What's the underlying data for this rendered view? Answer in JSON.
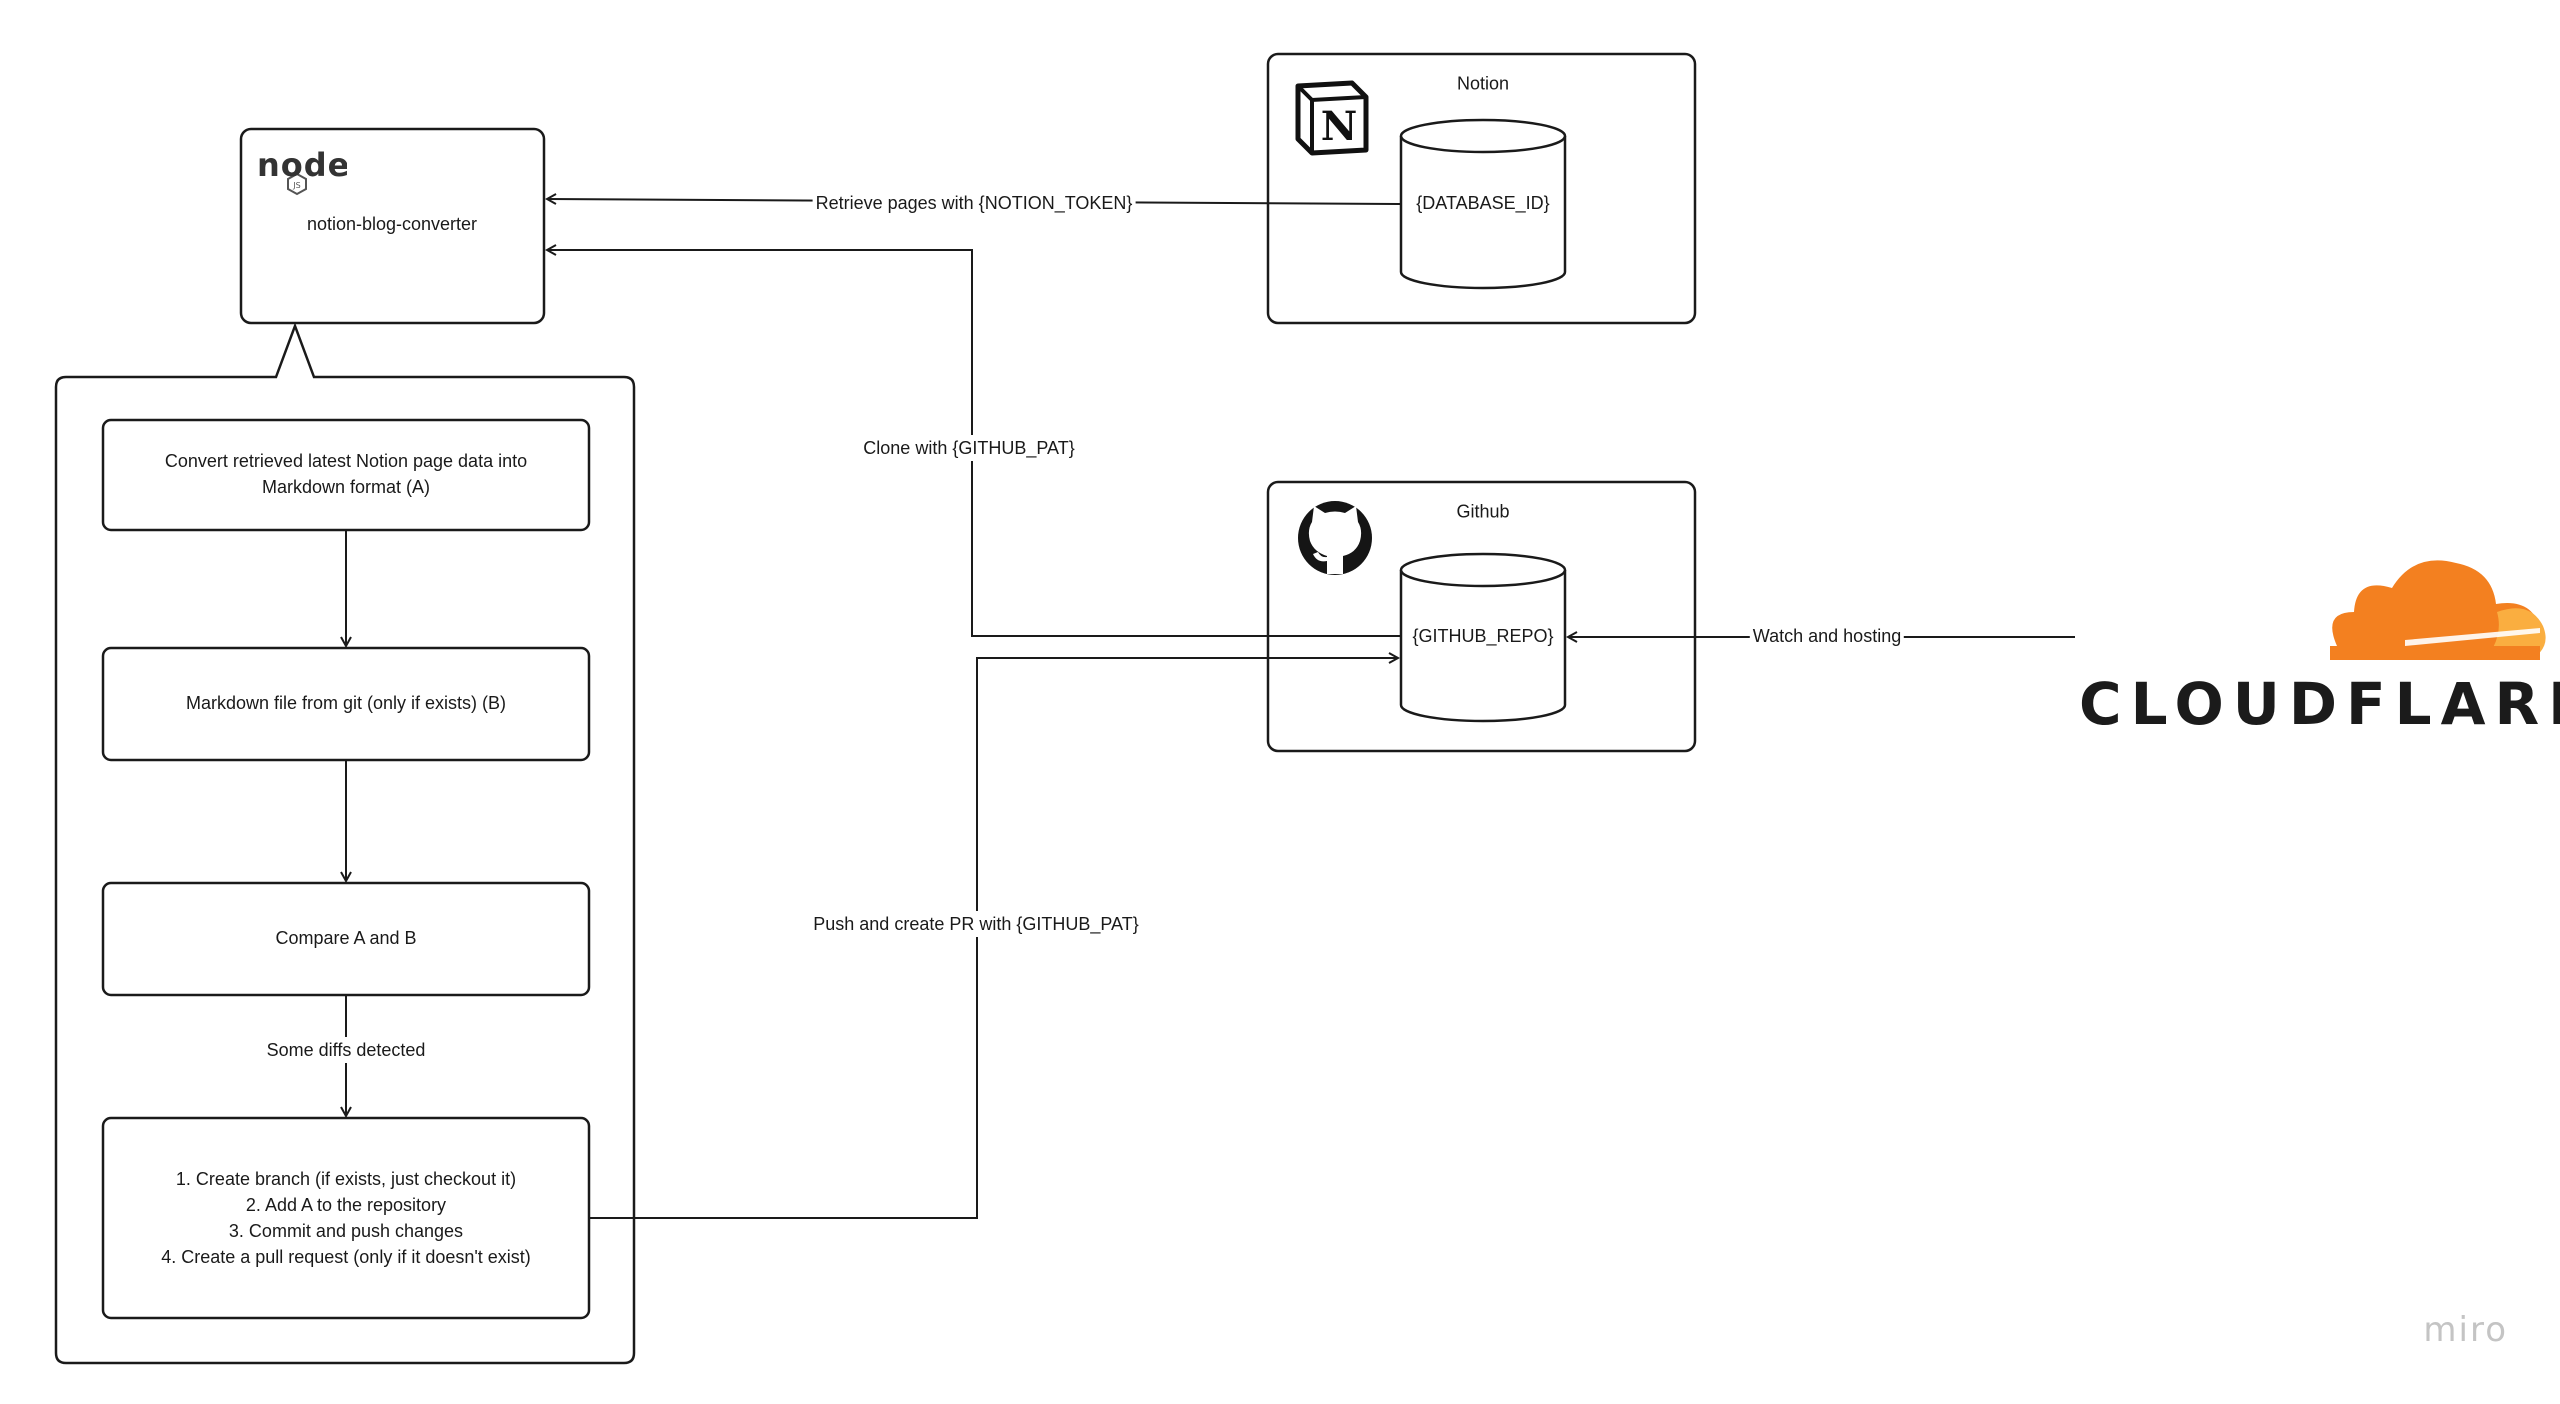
{
  "nodes": {
    "converter": {
      "label": "notion-blog-converter",
      "logo": "node"
    },
    "notion": {
      "title": "Notion",
      "database": "{DATABASE_ID}",
      "logo_letter": "N"
    },
    "github": {
      "title": "Github",
      "repo": "{GITHUB_REPO}"
    },
    "cloudflare": {
      "wordmark": "CLOUDFLARE"
    }
  },
  "steps": [
    "Convert retrieved latest Notion page data into\nMarkdown format (A)",
    "Markdown file from git (only if exists) (B)",
    "Compare A and B",
    "1. Create branch (if exists, just checkout it)\n2. Add A to the repository\n3. Commit and push changes\n4. Create a pull request (only if it doesn't exist)"
  ],
  "edges": {
    "retrieve": "Retrieve pages with {NOTION_TOKEN}",
    "clone": "Clone with {GITHUB_PAT}",
    "push": "Push and create PR with {GITHUB_PAT}",
    "watch": "Watch and hosting",
    "diffs": "Some diffs detected"
  },
  "watermark": "miro",
  "colors": {
    "line": "#1a1a1a",
    "cloudflare_orange": "#f38020",
    "cloudflare_light": "#faae40"
  }
}
